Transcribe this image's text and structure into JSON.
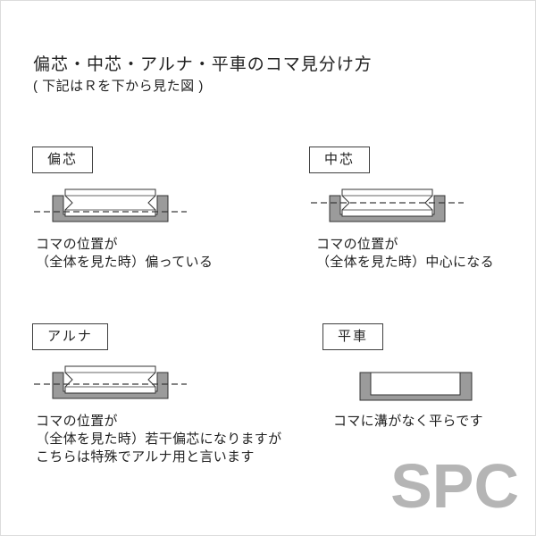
{
  "page": {
    "title": "偏芯・中芯・アルナ・平車のコマ見分け方",
    "subtitle": "( 下記はＲを下から見た図 )",
    "watermark": "SPC"
  },
  "colors": {
    "housing_gray": "#9b9b9b",
    "outline": "#333333",
    "watermark_gray": "#b5b5b5",
    "text": "#222222"
  },
  "sections": [
    {
      "id": "henshin",
      "label": "偏芯",
      "diagram_type": "grooved-koma-offset",
      "caption_lines": [
        "コマの位置が",
        "（全体を見た時）偏っている"
      ]
    },
    {
      "id": "nakashin",
      "label": "中芯",
      "diagram_type": "grooved-koma-centered",
      "caption_lines": [
        "コマの位置が",
        "（全体を見た時）中心になる"
      ]
    },
    {
      "id": "aruna",
      "label": "アルナ",
      "diagram_type": "grooved-koma-slight-offset",
      "caption_lines": [
        "コマの位置が",
        "（全体を見た時）若干偏芯になりますが",
        "こちらは特殊でアルナ用と言います"
      ]
    },
    {
      "id": "hirasha",
      "label": "平車",
      "diagram_type": "flat-koma-no-groove",
      "caption_lines": [
        "コマに溝がなく平らです"
      ]
    }
  ]
}
